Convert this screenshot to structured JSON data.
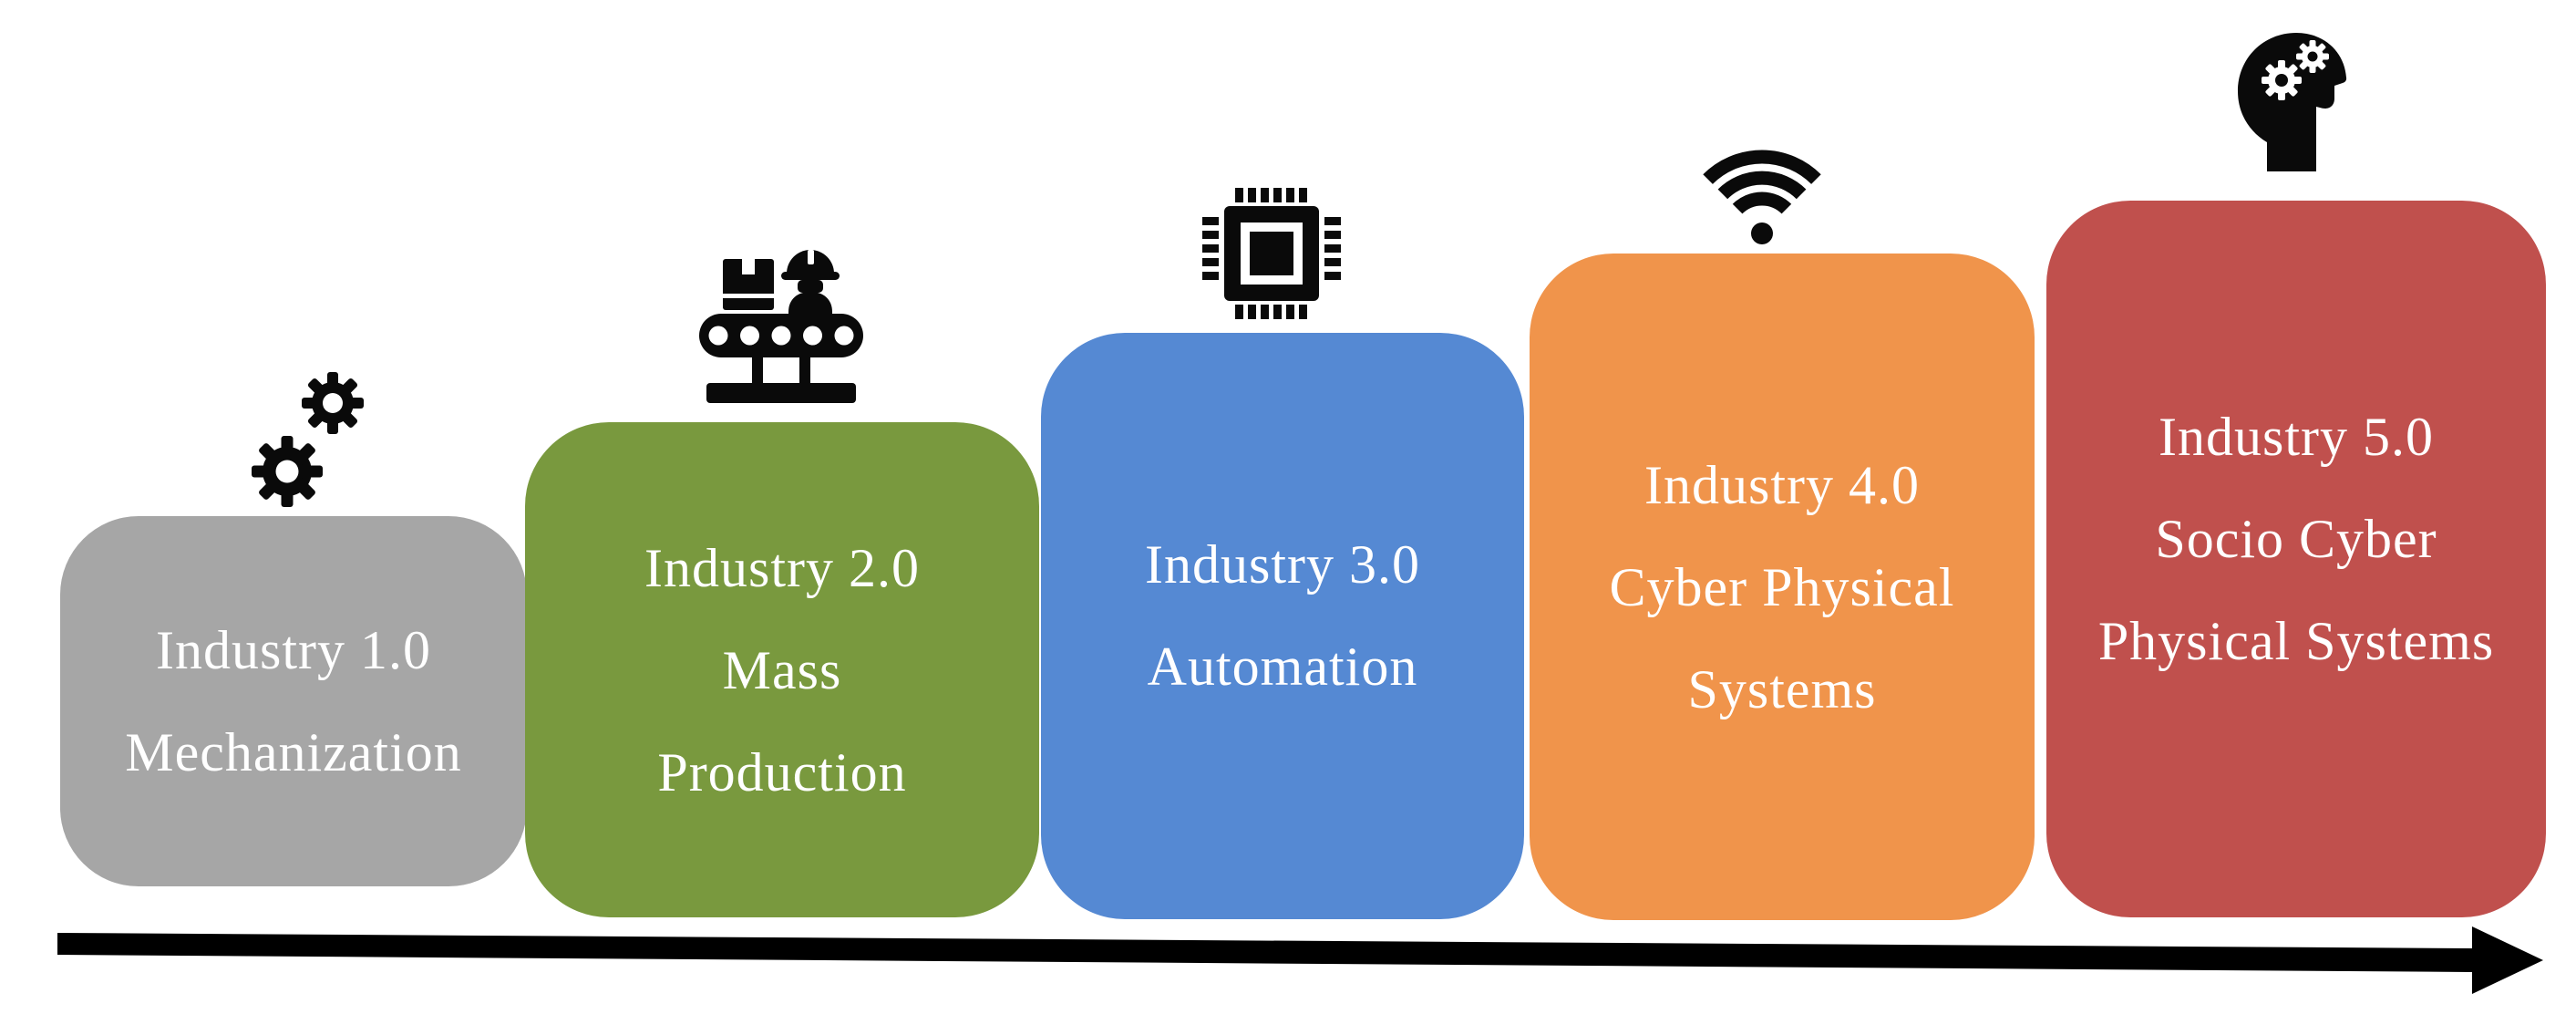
{
  "figure": {
    "background": "#FFFFFF",
    "text_color": "#FFFFFF",
    "icon_color": "#0A0A0A",
    "arrow_color": "#000000"
  },
  "stages": [
    {
      "lines": [
        "Industry 1.0",
        "Mechanization"
      ],
      "color": "#A6A6A6",
      "icon": "gears"
    },
    {
      "lines": [
        "Industry 2.0",
        "Mass",
        "Production"
      ],
      "color": "#79993E",
      "icon": "conveyor-worker"
    },
    {
      "lines": [
        "Industry 3.0",
        "Automation"
      ],
      "color": "#5589D3",
      "icon": "microchip"
    },
    {
      "lines": [
        "Industry 4.0",
        "Cyber Physical",
        "Systems"
      ],
      "color": "#F0944B",
      "icon": "wifi"
    },
    {
      "lines": [
        "Industry 5.0",
        "Socio Cyber",
        "Physical Systems"
      ],
      "color": "#C0504D",
      "icon": "head-gears"
    }
  ]
}
